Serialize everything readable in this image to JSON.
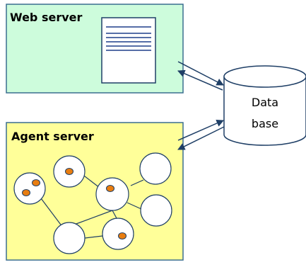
{
  "web_server": {
    "label": "Web server",
    "fill": "#cdfcdc",
    "stroke": "#3a6e8f"
  },
  "agent_server": {
    "label": "Agent server",
    "fill": "#ffff99",
    "stroke": "#3a6e8f"
  },
  "database": {
    "line1": "Data",
    "line2": "base"
  },
  "document": {
    "icon": "document-icon",
    "line_color": "#1f3f8a"
  },
  "agents": {
    "node_fill": "#ffffff",
    "node_stroke": "#1f3f66",
    "token_color": "#e87d10"
  },
  "arrow_color": "#1f3f66"
}
